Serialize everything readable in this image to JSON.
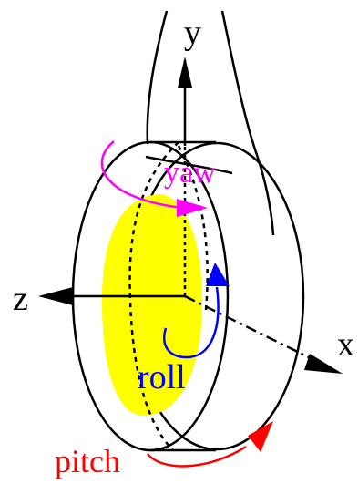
{
  "labels": {
    "y": "y",
    "z": "z",
    "x": "x",
    "yaw": "yaw",
    "roll": "roll",
    "pitch": "pitch"
  },
  "colors": {
    "line": "#000000",
    "yaw": "#ff00ff",
    "roll": "#0000ff",
    "pitch": "#ff0000",
    "marker": "#ffff00"
  }
}
